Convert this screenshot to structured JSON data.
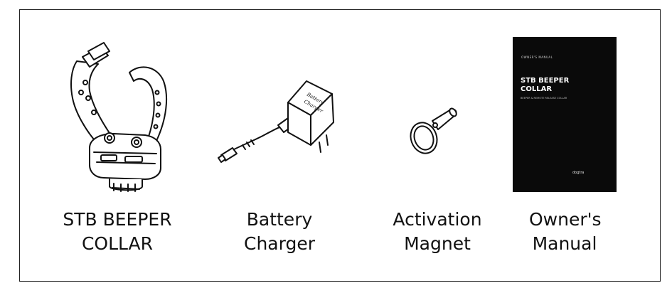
{
  "items": [
    {
      "id": "collar",
      "caption_line1": "STB  BEEPER",
      "caption_line2": "COLLAR"
    },
    {
      "id": "charger",
      "caption_line1": "Battery",
      "caption_line2": "Charger",
      "device_label_line1": "Battery",
      "device_label_line2": "Charger"
    },
    {
      "id": "magnet",
      "caption_line1": "Activation",
      "caption_line2": "Magnet"
    },
    {
      "id": "manual",
      "caption_line1": "Owner's",
      "caption_line2": "Manual",
      "cover_small_text": "OWNER'S MANUAL",
      "cover_title_line1": "STB BEEPER",
      "cover_title_line2": "COLLAR",
      "cover_subtitle": "BEEPER & REMOTE RELEASE COLLAR",
      "cover_logo": "dogtra"
    }
  ]
}
